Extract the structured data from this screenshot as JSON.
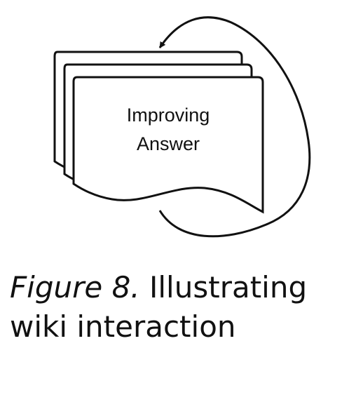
{
  "diagram": {
    "document_label_line1": "Improving",
    "document_label_line2": "Answer"
  },
  "caption": {
    "figure_label": "Figure 8.",
    "text_line1": "Illustrating",
    "text_line2": "wiki interaction"
  }
}
